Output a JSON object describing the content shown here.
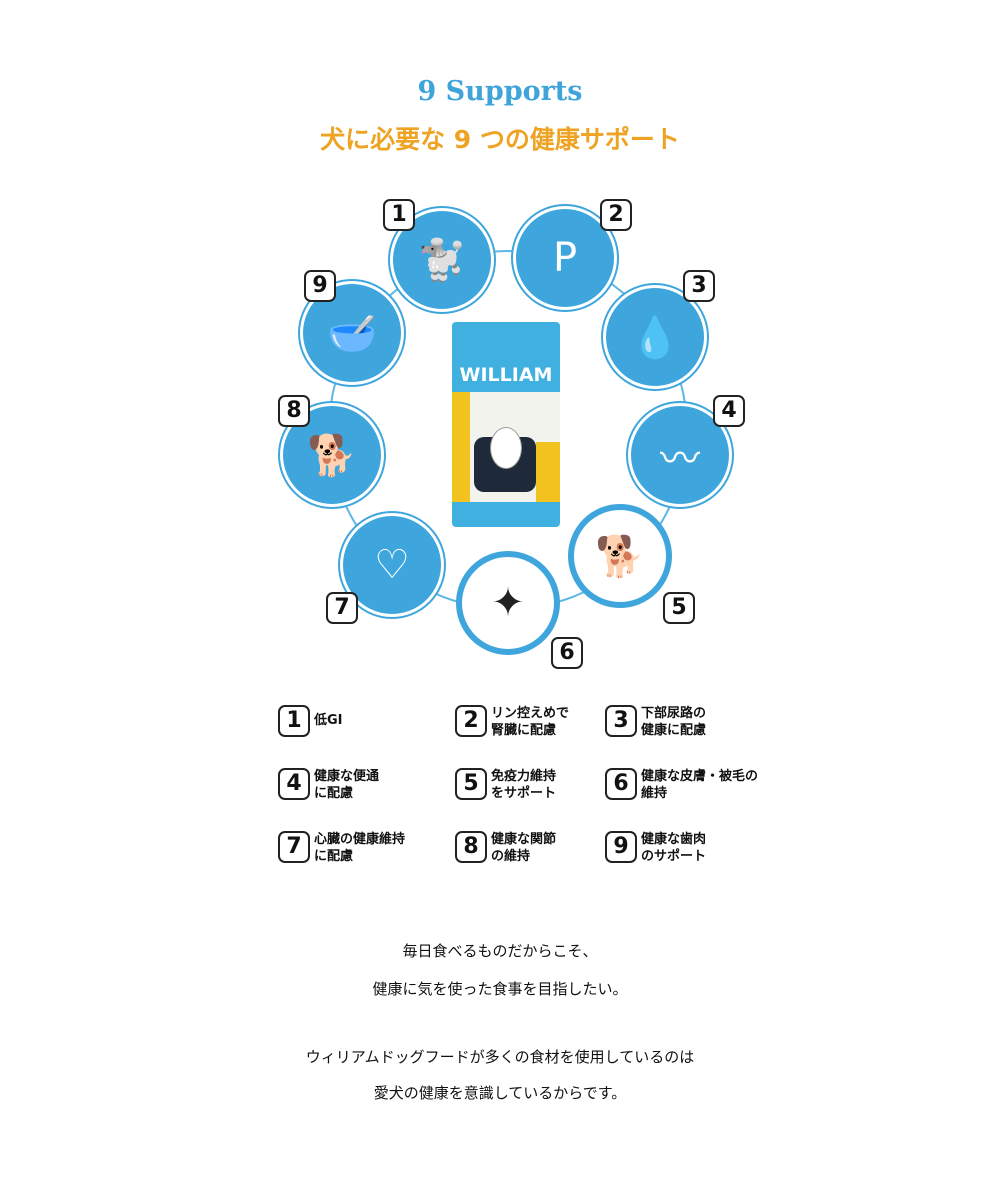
{
  "title_en": "9 Supports",
  "title_jp": "犬に必要な 9 つの健康サポート",
  "product": {
    "brand": "WILLIAM"
  },
  "supports": [
    {
      "n": "1",
      "text": "低GI"
    },
    {
      "n": "2",
      "text": "リン控えめで\n腎臓に配慮"
    },
    {
      "n": "3",
      "text": "下部尿路の\n健康に配慮"
    },
    {
      "n": "4",
      "text": "健康な便通\nに配慮"
    },
    {
      "n": "5",
      "text": "免疫力維持\nをサポート"
    },
    {
      "n": "6",
      "text": "健康な皮膚・被毛の\n維持"
    },
    {
      "n": "7",
      "text": "心臓の健康維持\nに配慮"
    },
    {
      "n": "8",
      "text": "健康な関節\nの維持"
    },
    {
      "n": "9",
      "text": "健康な歯肉\nのサポート"
    }
  ],
  "body": [
    "毎日食べるものだからこそ、",
    "健康に気を使った食事を目指したい。",
    "ウィリアムドッグフードが多くの食材を使用しているのは",
    "愛犬の健康を意識しているからです。"
  ],
  "colors": {
    "blue": "#3ea6dc",
    "orange": "#eea323"
  }
}
